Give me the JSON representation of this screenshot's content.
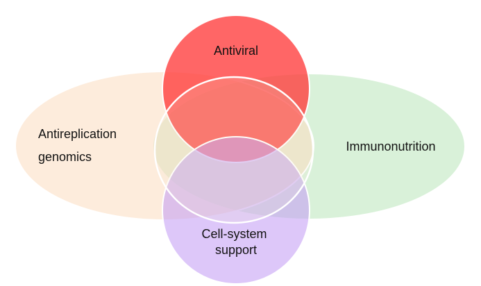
{
  "diagram": {
    "sets": [
      {
        "id": "antiviral",
        "label_lines": [
          "Antiviral"
        ],
        "color": "#ff3b3b"
      },
      {
        "id": "immunonutrition",
        "label_lines": [
          "Immunonutrition"
        ],
        "color": "#b9e6b9"
      },
      {
        "id": "antireplication-genomics",
        "label_lines": [
          "Antireplication",
          "genomics"
        ],
        "color": "#fbdcc0"
      },
      {
        "id": "cell-system-support",
        "label_lines": [
          "Cell-system",
          "support"
        ],
        "color": "#c49ef5"
      }
    ]
  }
}
